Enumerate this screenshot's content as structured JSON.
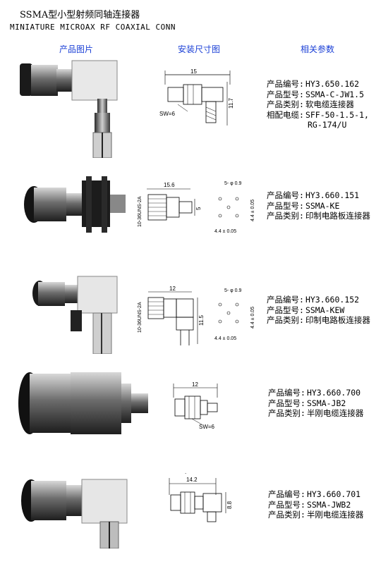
{
  "header": {
    "title_cn": "SSMA型小型射频同轴连接器",
    "title_en": "MINIATURE MICROAX RF COAXIAL CONN"
  },
  "columns": {
    "photo": "产品图片",
    "drawing": "安装尺寸图",
    "params": "相关参数"
  },
  "labels": {
    "code": "产品编号:",
    "model": "产品型号:",
    "category": "产品类别:",
    "cable": "相配电缆:"
  },
  "products": [
    {
      "code": "HY3.650.162",
      "model": "SSMA-C-JW1.5",
      "category": "软电缆连接器",
      "cable": "SFF-50-1.5-1,",
      "cable2": "RG-174/U",
      "dims": {
        "width": "15",
        "height": "11.7",
        "sw": "SW=6"
      }
    },
    {
      "code": "HY3.660.151",
      "model": "SSMA-KE",
      "category": "印制电路板连接器",
      "dims": {
        "length": "15.6",
        "dia": "5",
        "thread": "10-36UNS-2A",
        "hole": "5- φ 0.9",
        "pitch_v": "4.4 ± 0.05",
        "pitch_h": "4.4 ± 0.05"
      }
    },
    {
      "code": "HY3.660.152",
      "model": "SSMA-KEW",
      "category": "印制电路板连接器",
      "dims": {
        "length": "12",
        "height": "11.5",
        "thread": "10-36UNS-2A",
        "hole": "5- φ 0.9",
        "pitch_v": "4.4 ± 0.05",
        "pitch_h": "4.4 ± 0.05"
      }
    },
    {
      "code": "HY3.660.700",
      "model": "SSMA-JB2",
      "category": "半刚电缆连接器",
      "dims": {
        "length": "12",
        "sw": "SW=6"
      }
    },
    {
      "code": "HY3.660.701",
      "model": "SSMA-JWB2",
      "category": "半刚电缆连接器",
      "dims": {
        "length": "14.2",
        "height": "8.8"
      }
    }
  ]
}
